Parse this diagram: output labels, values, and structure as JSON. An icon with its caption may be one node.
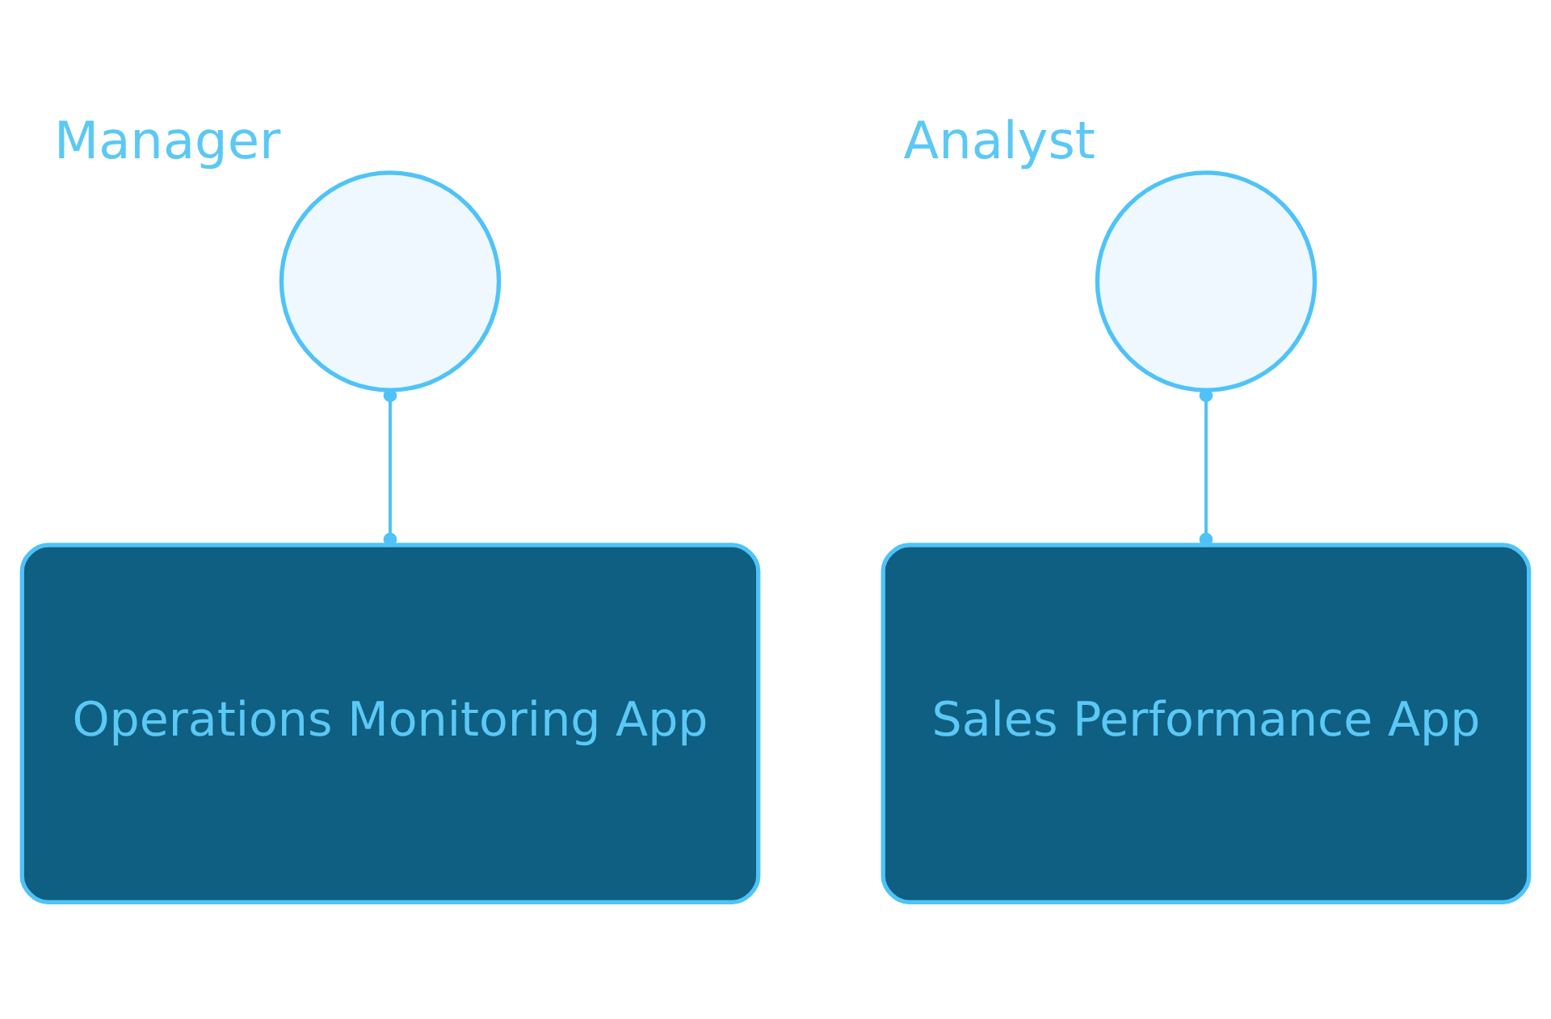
{
  "diagram": {
    "nodes": [
      {
        "text": [],
        "shape": "person",
        "beside": [
          "Manager"
        ]
      },
      {
        "text": [],
        "shape": "person",
        "beside": [
          "Analyst"
        ]
      },
      {
        "text": [
          "Operations Monitoring App"
        ]
      },
      {
        "text": [
          "Sales Performance App"
        ]
      }
    ],
    "edges": [
      {
        "from": 0,
        "to": 2,
        "arrow": "other"
      },
      {
        "from": 1,
        "to": 3,
        "arrow": "other"
      }
    ]
  }
}
